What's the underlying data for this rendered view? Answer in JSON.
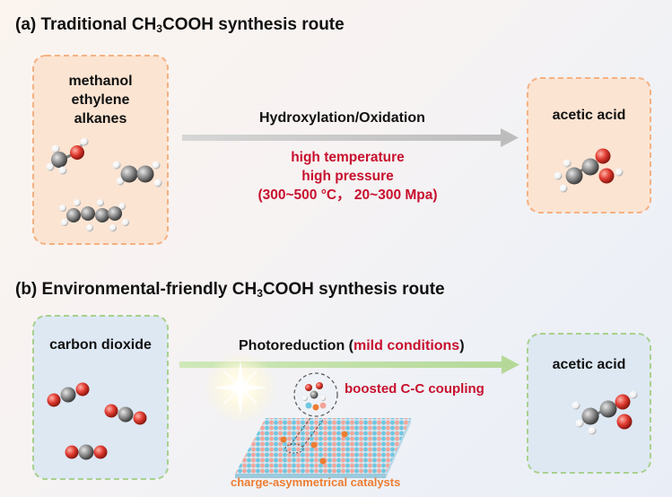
{
  "panel_a": {
    "title_prefix": "(a) Traditional  CH",
    "title_sub": "3",
    "title_suffix": "COOH synthesis route",
    "reactants": [
      "methanol",
      "ethylene",
      "alkanes"
    ],
    "process_label": "Hydroxylation/Oxidation",
    "conditions": [
      "high temperature",
      "high pressure",
      "(300~500 °C， 20~300 Mpa)"
    ],
    "product": "acetic acid"
  },
  "panel_b": {
    "title_prefix": "(b) Environmental-friendly CH",
    "title_sub": "3",
    "title_suffix": "COOH synthesis route",
    "reactant": "carbon dioxide",
    "process_label_prefix": "Photoreduction (",
    "process_label_highlight": "mild conditions",
    "process_label_suffix": ")",
    "coupling_label": "boosted C-C coupling",
    "catalyst_label": "charge-asymmetrical catalysts",
    "product": "acetic acid"
  },
  "colors": {
    "orange_box": "#fbe4d2",
    "orange_border": "#f4b183",
    "green_box": "#dde8f3",
    "green_border": "#a9d08e",
    "highlight_red": "#c8102e",
    "catalyst_orange": "#ed7d31",
    "oxygen": "#e03a30",
    "carbon": "#8c8c8c",
    "hydrogen": "#f4f4f4"
  }
}
